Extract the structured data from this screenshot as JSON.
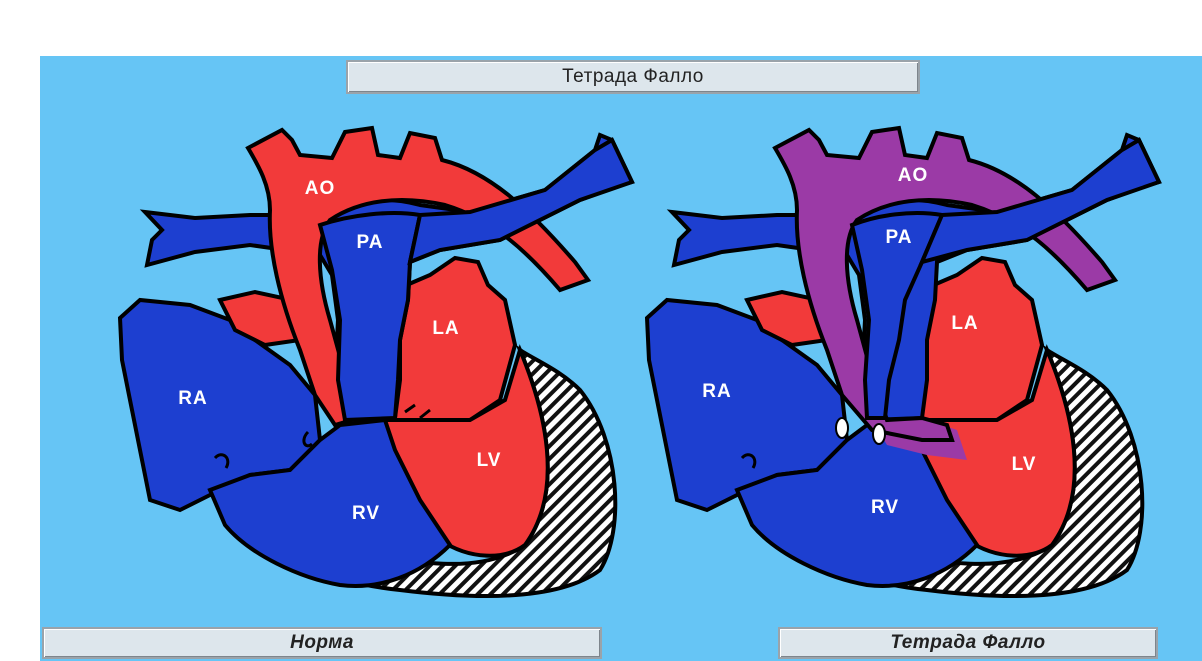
{
  "title": "Тетрада Фалло",
  "captions": {
    "left": "Норма",
    "right": "Тетрада Фалло"
  },
  "hearts": {
    "normal": {
      "ao": "AO",
      "pa": "PA",
      "la": "LA",
      "ra": "RA",
      "lv": "LV",
      "rv": "RV"
    },
    "tof": {
      "ao": "AO",
      "pa": "PA",
      "la": "LA",
      "ra": "RA",
      "lv": "LV",
      "rv": "RV"
    }
  },
  "colors": {
    "background": "#66c5f5",
    "venous_blue": "#1d3fd0",
    "arterial_red": "#f23a3a",
    "mixed_purple": "#9b3aa6",
    "outline": "#000000"
  }
}
